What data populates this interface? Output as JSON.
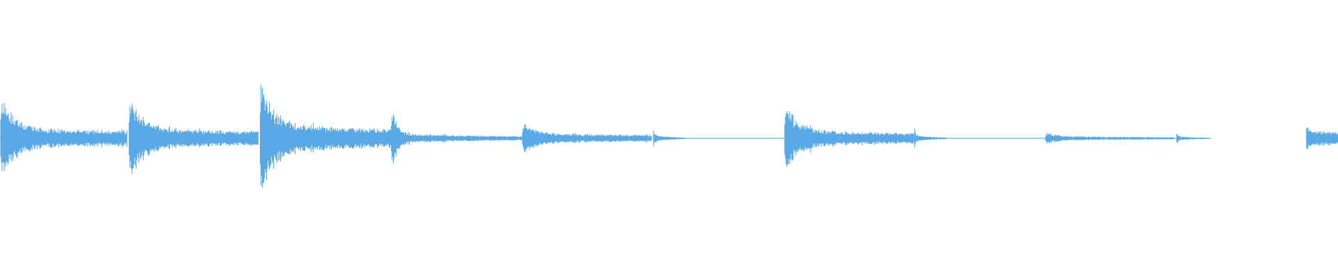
{
  "waveform": {
    "color": "#5aa9e6",
    "background": "#ffffff",
    "baseline_color": "#5aa9e6",
    "note": "",
    "events": [
      {
        "name": "onset-1",
        "start": 0.0,
        "end": 0.095,
        "peak": 0.46,
        "sustain": 0.1,
        "decay": "slow",
        "tail_level": 0.05
      },
      {
        "name": "onset-2",
        "start": 0.096,
        "end": 0.193,
        "peak": 0.46,
        "sustain": 0.1,
        "decay": "slow",
        "tail_level": 0.03
      },
      {
        "name": "onset-3",
        "start": 0.194,
        "end": 0.292,
        "peak": 0.58,
        "sustain": 0.14,
        "decay": "slow",
        "tail_level": 0.03
      },
      {
        "name": "onset-4",
        "start": 0.292,
        "end": 0.39,
        "peak": 0.34,
        "sustain": 0.05,
        "decay": "fast",
        "tail_level": 0.01
      },
      {
        "name": "onset-5",
        "start": 0.39,
        "end": 0.487,
        "peak": 0.16,
        "sustain": 0.05,
        "decay": "slow",
        "tail_level": 0.01
      },
      {
        "name": "onset-6",
        "start": 0.488,
        "end": 0.512,
        "peak": 0.14,
        "sustain": 0.03,
        "decay": "fast",
        "tail_level": 0.0
      },
      {
        "name": "onset-7",
        "start": 0.586,
        "end": 0.683,
        "peak": 0.36,
        "sustain": 0.08,
        "decay": "slow",
        "tail_level": 0.01
      },
      {
        "name": "onset-8",
        "start": 0.683,
        "end": 0.707,
        "peak": 0.14,
        "sustain": 0.03,
        "decay": "fast",
        "tail_level": 0.0
      },
      {
        "name": "onset-9",
        "start": 0.781,
        "end": 0.877,
        "peak": 0.06,
        "sustain": 0.02,
        "decay": "slow",
        "tail_level": 0.0
      },
      {
        "name": "onset-10",
        "start": 0.879,
        "end": 0.905,
        "peak": 0.07,
        "sustain": 0.02,
        "decay": "fast",
        "tail_level": 0.0
      },
      {
        "name": "onset-11",
        "start": 0.976,
        "end": 1.0,
        "peak": 0.16,
        "sustain": 0.08,
        "decay": "slow",
        "tail_level": 0.05
      }
    ],
    "baseline_segments": [
      {
        "start": 0.512,
        "end": 0.586,
        "level": 0.004
      },
      {
        "start": 0.707,
        "end": 0.781,
        "level": 0.004
      },
      {
        "start": 0.877,
        "end": 0.879,
        "level": 0.004
      }
    ]
  }
}
